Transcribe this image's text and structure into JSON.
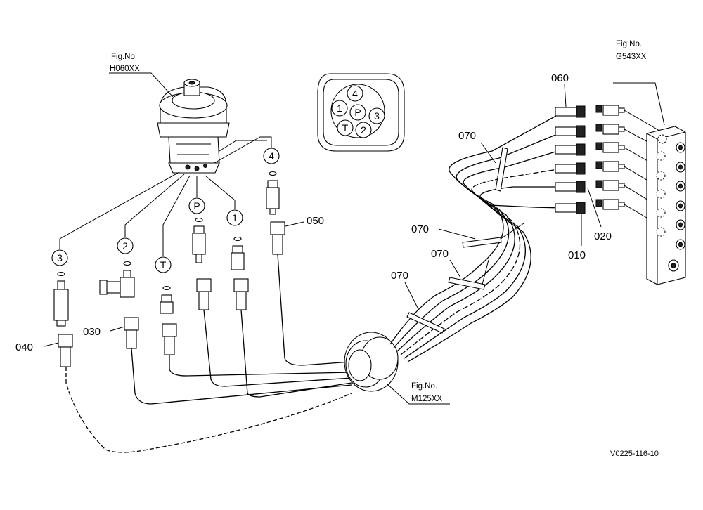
{
  "labels": {
    "fig_no": "Fig.No.",
    "joystick_ref": "H060XX",
    "valve_ref": "G543XX",
    "grommet_ref": "M125XX",
    "drawing_id": "V0225-116-10"
  },
  "part_numbers": {
    "p010": "010",
    "p020": "020",
    "p030": "030",
    "p040": "040",
    "p050": "050",
    "p060": "060",
    "p070": "070"
  },
  "port_markers": {
    "m1": "1",
    "m2": "2",
    "m3": "3",
    "m4": "4",
    "mP": "P",
    "mT": "T"
  }
}
